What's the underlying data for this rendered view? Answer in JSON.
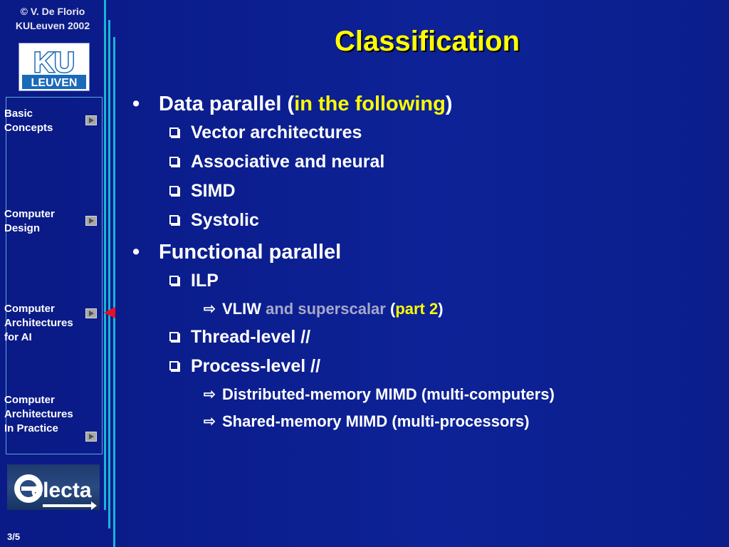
{
  "sidebar": {
    "copyright_line1": "© V. De Florio",
    "copyright_line2": "KULeuven 2002",
    "ku_logo_top": "KU",
    "ku_logo_bottom": "LEUVEN",
    "nav": [
      {
        "label": "Basic\nConcepts"
      },
      {
        "label": "Computer\nDesign"
      },
      {
        "label": "Computer\nArchitectures\nfor AI"
      },
      {
        "label": "Computer\nArchitectures\nIn Practice"
      }
    ],
    "current_index": 2,
    "electa_logo": "electa",
    "page_number": "3/5"
  },
  "slide": {
    "title": "Classification",
    "data_parallel": {
      "label": "Data parallel (",
      "highlight": "in the following",
      "close": ")",
      "items": [
        "Vector architectures",
        "Associative and neural",
        "SIMD",
        "Systolic"
      ]
    },
    "functional_parallel": {
      "label": "Functional parallel",
      "ilp": {
        "label": "ILP",
        "vliw_prefix": "VLIW ",
        "vliw_grey": "and superscalar",
        "vliw_open": " (",
        "vliw_part": "part 2",
        "vliw_close": ")"
      },
      "thread": "Thread-level //",
      "process": {
        "label": "Process-level //",
        "items": [
          "Distributed-memory MIMD (multi-computers)",
          "Shared-memory MIMD (multi-processors)"
        ]
      }
    }
  },
  "colors": {
    "background": "#0d2296",
    "title": "#ffff00",
    "accent_line": "#19b4d8",
    "current_marker": "#e8102a"
  }
}
